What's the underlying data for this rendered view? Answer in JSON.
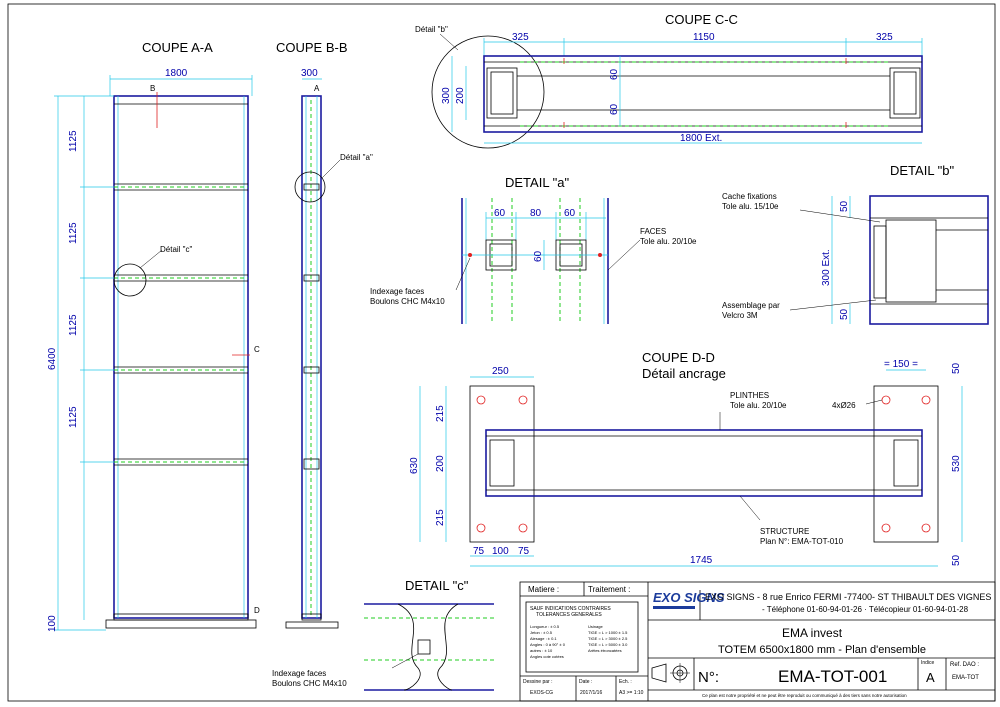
{
  "sections": {
    "coupe_aa": "COUPE A-A",
    "coupe_bb": "COUPE B-B",
    "coupe_cc": "COUPE C-C",
    "coupe_dd": "COUPE D-D",
    "detail_ancrage": "Détail ancrage",
    "detail_a": "DETAIL \"a\"",
    "detail_b": "DETAIL \"b\"",
    "detail_c": "DETAIL \"c\""
  },
  "callouts": {
    "detail_a_ref": "Détail \"a\"",
    "detail_b_ref": "Détail \"b\"",
    "detail_c_ref": "Détail \"c\"",
    "faces_1": "FACES",
    "faces_2": "Tole alu. 20/10e",
    "indexage_1": "Indexage faces",
    "indexage_2": "Boulons CHC M4x10",
    "cache_1": "Cache fixations",
    "cache_2": "Tole alu. 15/10e",
    "assemblage_1": "Assemblage par",
    "assemblage_2": "Velcro 3M",
    "plinthes_1": "PLINTHES",
    "plinthes_2": "Tole alu. 20/10e",
    "structure_1": "STRUCTURE",
    "structure_2": "Plan N°: EMA-TOT-010",
    "holes": "4xØ26",
    "indexage_c_1": "Indexage faces",
    "indexage_c_2": "Boulons CHC M4x10"
  },
  "dims": {
    "aa_width": "1800",
    "aa_height": "6400",
    "aa_segments": [
      "1125",
      "1125",
      "1125",
      "1125"
    ],
    "aa_base": "100",
    "bb_width": "300",
    "cc_left": "325",
    "cc_mid": "1150",
    "cc_right": "325",
    "cc_height": "300",
    "cc_inner": "200",
    "cc_60a": "60",
    "cc_60b": "60",
    "cc_ext": "1800 Ext.",
    "a_60a": "60",
    "a_80": "80",
    "a_60b": "60",
    "a_60v": "60",
    "b_50a": "50",
    "b_ext": "300 Ext.",
    "b_50b": "50",
    "dd_250": "250",
    "dd_150": "= 150 =",
    "dd_215a": "215",
    "dd_200": "200",
    "dd_215b": "215",
    "dd_630": "630",
    "dd_530": "530",
    "dd_50a": "50",
    "dd_50b": "50",
    "dd_75a": "75",
    "dd_100": "100",
    "dd_75b": "75",
    "dd_1745": "1745",
    "sec_b": "B",
    "sec_c": "C",
    "sec_d": "D",
    "sec_a": "A"
  },
  "title_block": {
    "matiere": "Matiere :",
    "traitement": "Traitement :",
    "tol_title_1": "SAUF INDICATIONS CONTRAIRES",
    "tol_title_2": "TOLERANCES GENERALES",
    "tol_lines": [
      "Longueur : ± 0.5",
      "Jeton : ± 0.5",
      "Alesage : ± 0.1",
      "Angles : 0 à 90° ± 0",
      "autres : ± 10",
      "Angles cote cotées"
    ],
    "tol_right": [
      "Usinage",
      "TIGE = L > 1000 ± 1.5",
      "TIGE = L > 3000 ± 2.5",
      "TIGE = L > 5000 ± 3.0",
      "Arêtes étroncatées"
    ],
    "dessine_par": "Dessine par :",
    "dessine_val": "EXOS-CG",
    "date_label": "Date :",
    "date_val": "2017/1/16",
    "echelle_label": "Ech. :",
    "echelle_val": "A3 >= 1:10",
    "logo": "EXO SIGNS",
    "company_line": "EXO SIGNS - 8 rue Enrico FERMI -77400- ST THIBAULT DES VIGNES",
    "contact_line": "- Téléphone 01-60-94-01-26  · Télécopieur 01-60-94-01-28",
    "client": "EMA invest",
    "project": "TOTEM 6500x1800 mm - Plan d'ensemble",
    "no_label": "N°:",
    "no_value": "EMA-TOT-001",
    "indice_label": "Indice",
    "indice_value": "A",
    "ref_label": "Ref. DAO :",
    "ref_value": "EMA-TOT",
    "footer": "Ce plan est notre propriété et ne peut être reproduit ou communiqué à des tiers sans notre autorisation"
  }
}
